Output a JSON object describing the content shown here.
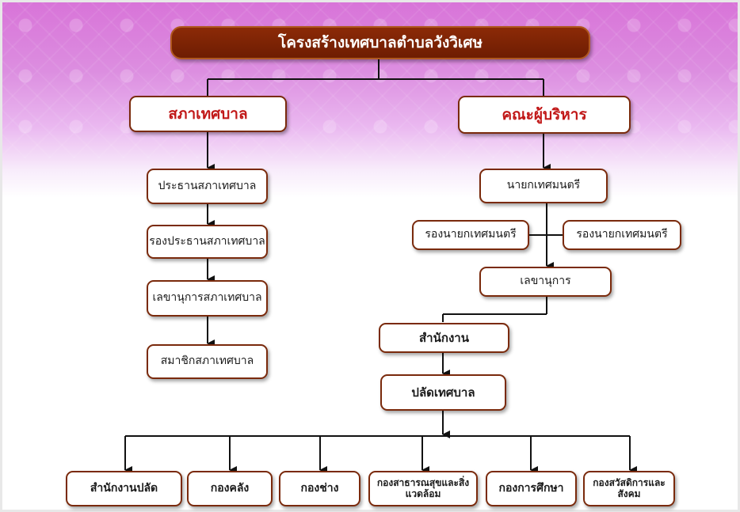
{
  "title": "โครงสร้างเทศบาลตำบลวังวิเศษ",
  "council": {
    "head": "สภาเทศบาล",
    "members": [
      "ประธานสภาเทศบาล",
      "รองประธานสภาเทศบาล",
      "เลขานุการสภาเทศบาล",
      "สมาชิกสภาเทศบาล"
    ]
  },
  "executive": {
    "head": "คณะผู้บริหาร",
    "mayor": "นายกเทศมนตรี",
    "deputy_left": "รองนายกเทศมนตรี",
    "deputy_right": "รองนายกเทศมนตรี",
    "secretary": "เลขานุการ"
  },
  "office": "สำนักงาน",
  "clerk": "ปลัดเทศบาล",
  "divisions": [
    "สำนักงานปลัด",
    "กองคลัง",
    "กองช่าง",
    "กองสาธารณสุขและสิ่งแวดล้อม",
    "กองการศึกษา",
    "กองสวัสดิการและสังคม"
  ],
  "colors": {
    "title_bg": "#7a2304",
    "head_text": "#c11818",
    "box_border": "#7a2a0c",
    "background_top": "#d873d8"
  }
}
